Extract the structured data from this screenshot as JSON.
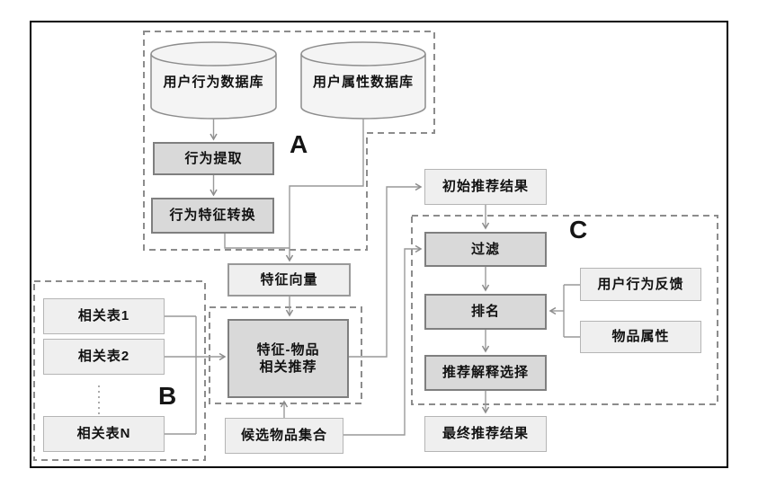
{
  "diagram": {
    "group_labels": {
      "a": "A",
      "b": "B",
      "c": "C"
    },
    "nodes": {
      "user_behavior_db": "用户行为数据库",
      "user_attribute_db": "用户属性数据库",
      "behavior_extraction": "行为提取",
      "behavior_feature_conversion": "行为特征转换",
      "feature_vector": "特征向量",
      "related_table_1": "相关表1",
      "related_table_2": "相关表2",
      "related_table_n": "相关表N",
      "feature_item_rec": {
        "line1": "特征-物品",
        "line2": "相关推荐"
      },
      "candidate_item_set": "候选物品集合",
      "initial_rec_result": "初始推荐结果",
      "filter": "过滤",
      "ranking": "排名",
      "user_behavior_feedback": "用户行为反馈",
      "item_attribute": "物品属性",
      "rec_explanation_selection": "推荐解释选择",
      "final_rec_result": "最终推荐结果"
    },
    "colors": {
      "frame": "#000000",
      "group_dash": "#8c8c8c",
      "connector": "#999999",
      "arrowhead": "#8c8c8c",
      "node_dark_fill": "#d9d9d9",
      "node_dark_border": "#7f7f7f",
      "node_light_fill": "#efefef",
      "node_light_border": "#b5b5b5",
      "node_mid_border": "#999999",
      "cylinder_fill": "#f4f4f4",
      "cylinder_stroke": "#8c8c8c",
      "text": "#111111"
    }
  }
}
